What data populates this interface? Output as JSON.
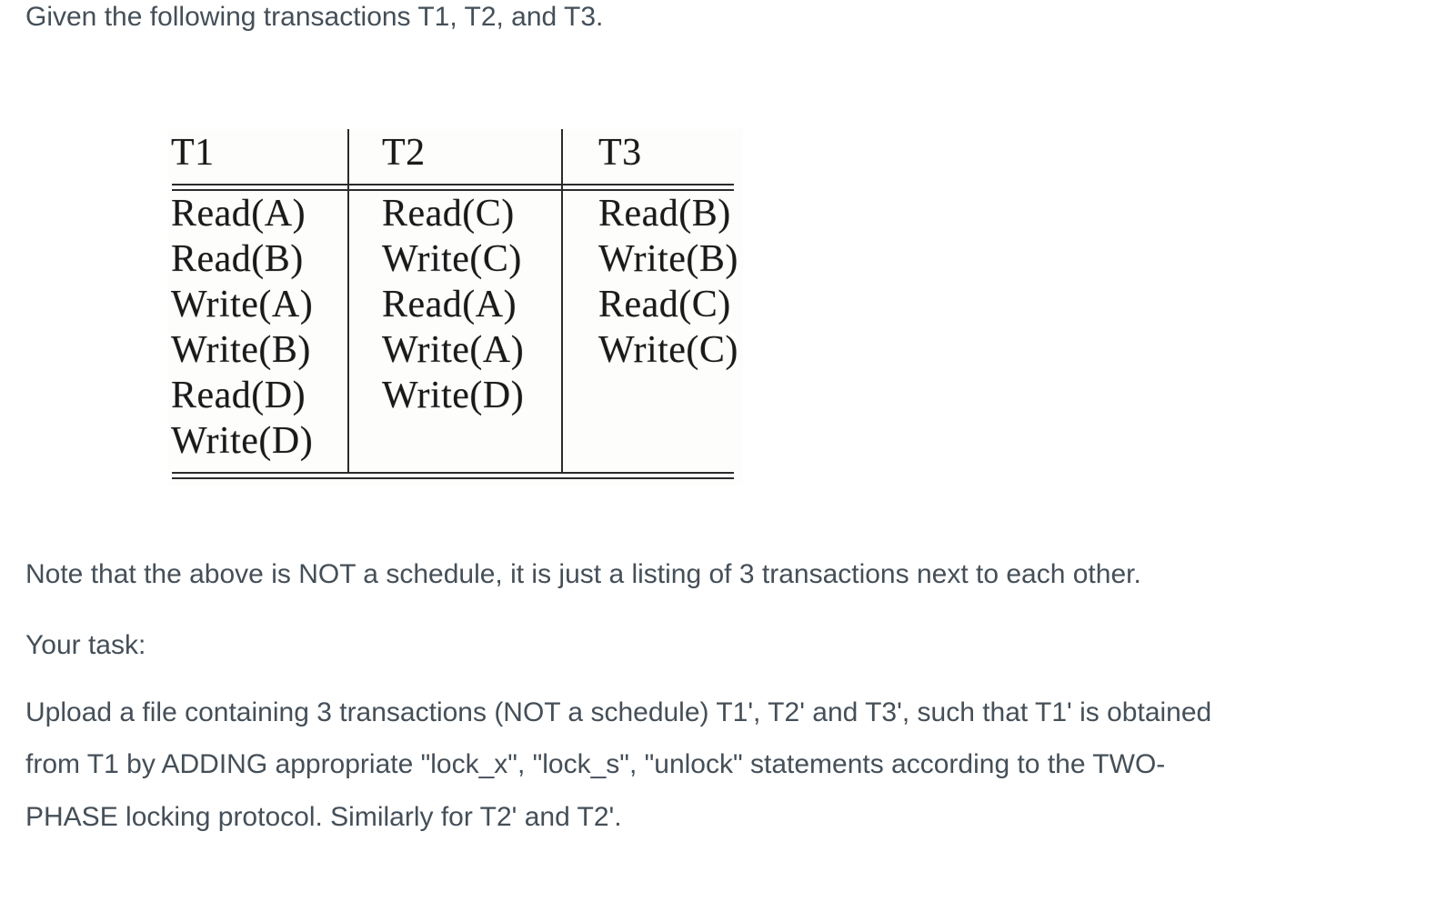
{
  "colors": {
    "body_text": "#454f58",
    "table_ink": "#1a1a1a",
    "table_rule": "#2b2b2b",
    "page_background": "#ffffff"
  },
  "intro": "Given the following transactions T1, T2, and T3.",
  "table": {
    "columns": [
      {
        "header": "T1",
        "ops": [
          "Read(A)",
          "Read(B)",
          "Write(A)",
          "Write(B)",
          "Read(D)",
          "Write(D)"
        ]
      },
      {
        "header": "T2",
        "ops": [
          "Read(C)",
          "Write(C)",
          "Read(A)",
          "Write(A)",
          "Write(D)"
        ]
      },
      {
        "header": "T3",
        "ops": [
          "Read(B)",
          "Write(B)",
          "Read(C)",
          "Write(C)"
        ]
      }
    ]
  },
  "note": "Note that the above is NOT a schedule, it is just a listing of 3 transactions next to each other.",
  "task_label": "Your task:",
  "task_body_lines": [
    "Upload a file containing 3 transactions (NOT a schedule) T1', T2' and T3', such that T1' is obtained",
    "from T1 by ADDING appropriate \"lock_x\", \"lock_s\", \"unlock\" statements according to the TWO-",
    "PHASE locking protocol.  Similarly for T2' and T2'."
  ]
}
